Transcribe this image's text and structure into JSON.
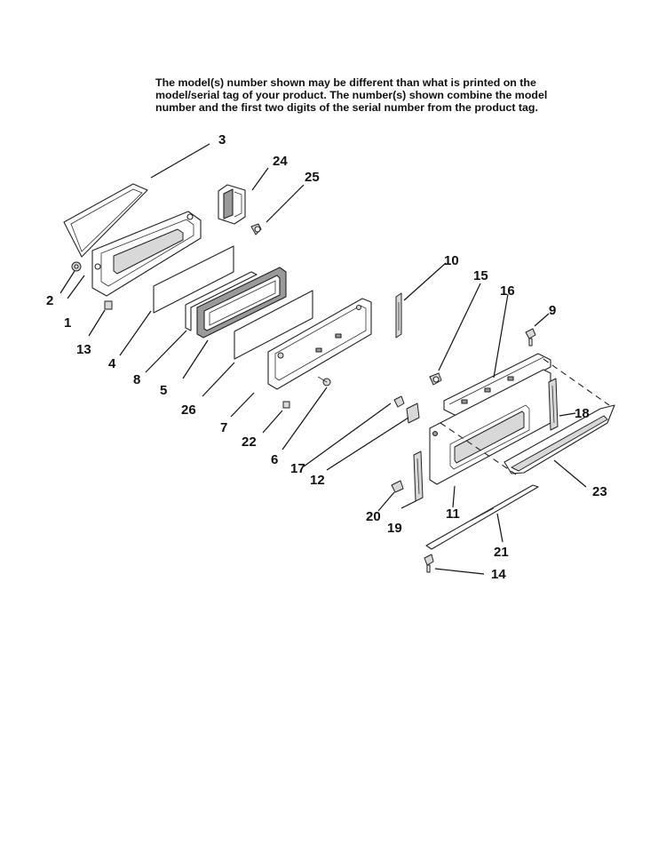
{
  "notice": {
    "line1": "The model(s) number shown may be different than what is printed on the",
    "line2": "model/serial tag of your product. The number(s) shown combine the model",
    "line3": "number and the first two digits of the serial number from the product tag."
  },
  "callouts": {
    "p1": "1",
    "p2": "2",
    "p3": "3",
    "p4": "4",
    "p5": "5",
    "p6": "6",
    "p7": "7",
    "p8": "8",
    "p9": "9",
    "p10": "10",
    "p11": "11",
    "p12": "12",
    "p13": "13",
    "p14": "14",
    "p15": "15",
    "p16": "16",
    "p17": "17",
    "p18": "18",
    "p19": "19",
    "p20": "20",
    "p21": "21",
    "p22": "22",
    "p23": "23",
    "p24": "24",
    "p25": "25",
    "p26": "26"
  },
  "colors": {
    "ink": "#111111",
    "fill": "#ffffff",
    "shade": "#9a9a9a"
  }
}
